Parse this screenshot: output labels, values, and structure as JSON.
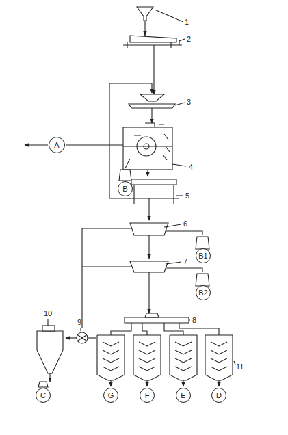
{
  "diagram": {
    "nodes": [
      {
        "text": [
          "A"
        ]
      },
      {
        "text": [
          "B"
        ]
      },
      {
        "text": [
          "B1"
        ]
      },
      {
        "text": [
          "B2"
        ]
      },
      {
        "text": [
          "C"
        ]
      },
      {
        "text": [
          "G"
        ]
      },
      {
        "text": [
          "F"
        ]
      },
      {
        "text": [
          "E"
        ]
      },
      {
        "text": [
          "D"
        ]
      }
    ],
    "labels": [
      "1",
      "2",
      "3",
      "4",
      "5",
      "6",
      "7",
      "8",
      "9",
      "10",
      "11"
    ]
  }
}
